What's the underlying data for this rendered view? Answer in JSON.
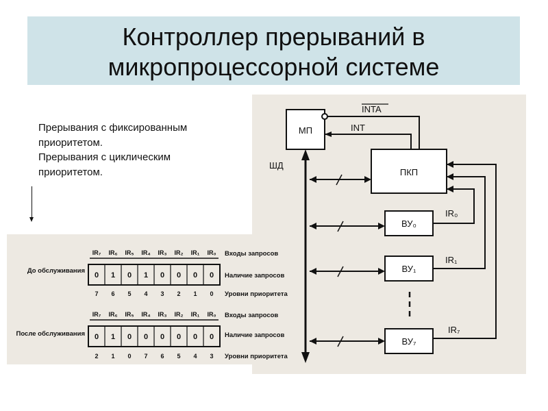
{
  "title": {
    "line1": "Контроллер прерываний  в",
    "line2": "микропроцессорной системе"
  },
  "notes": [
    "Прерывания с фиксированным",
    "приоритетом.",
    "Прерывания с циклическим",
    "приоритетом."
  ],
  "register_table": {
    "headers": [
      "IR₇",
      "IR₆",
      "IR₅",
      "IR₄",
      "IR₃",
      "IR₂",
      "IR₁",
      "IR₀"
    ],
    "before": {
      "label": "До обслуживания",
      "requests": [
        "0",
        "1",
        "0",
        "1",
        "0",
        "0",
        "0",
        "0"
      ],
      "levels": [
        "7",
        "6",
        "5",
        "4",
        "3",
        "2",
        "1",
        "0"
      ]
    },
    "after": {
      "label": "После обслуживания",
      "requests": [
        "0",
        "1",
        "0",
        "0",
        "0",
        "0",
        "0",
        "0"
      ],
      "levels": [
        "2",
        "1",
        "0",
        "7",
        "6",
        "5",
        "4",
        "3"
      ]
    },
    "row_labels": {
      "inputs": "Входы запросов",
      "presence": "Наличие запросов",
      "levels": "Уровни приоритета"
    }
  },
  "block_diagram": {
    "mp": "МП",
    "pkp": "ПКП",
    "shd": "ШД",
    "inta": "INTA",
    "int": "INT",
    "devices": [
      "ВУ₀",
      "ВУ₁",
      "ВУ₇"
    ],
    "irq": [
      "IR₀",
      "IR₁",
      "IR₇"
    ]
  },
  "colors": {
    "title_band": "#cfe3e8",
    "scan_background": "#ede9e2"
  }
}
